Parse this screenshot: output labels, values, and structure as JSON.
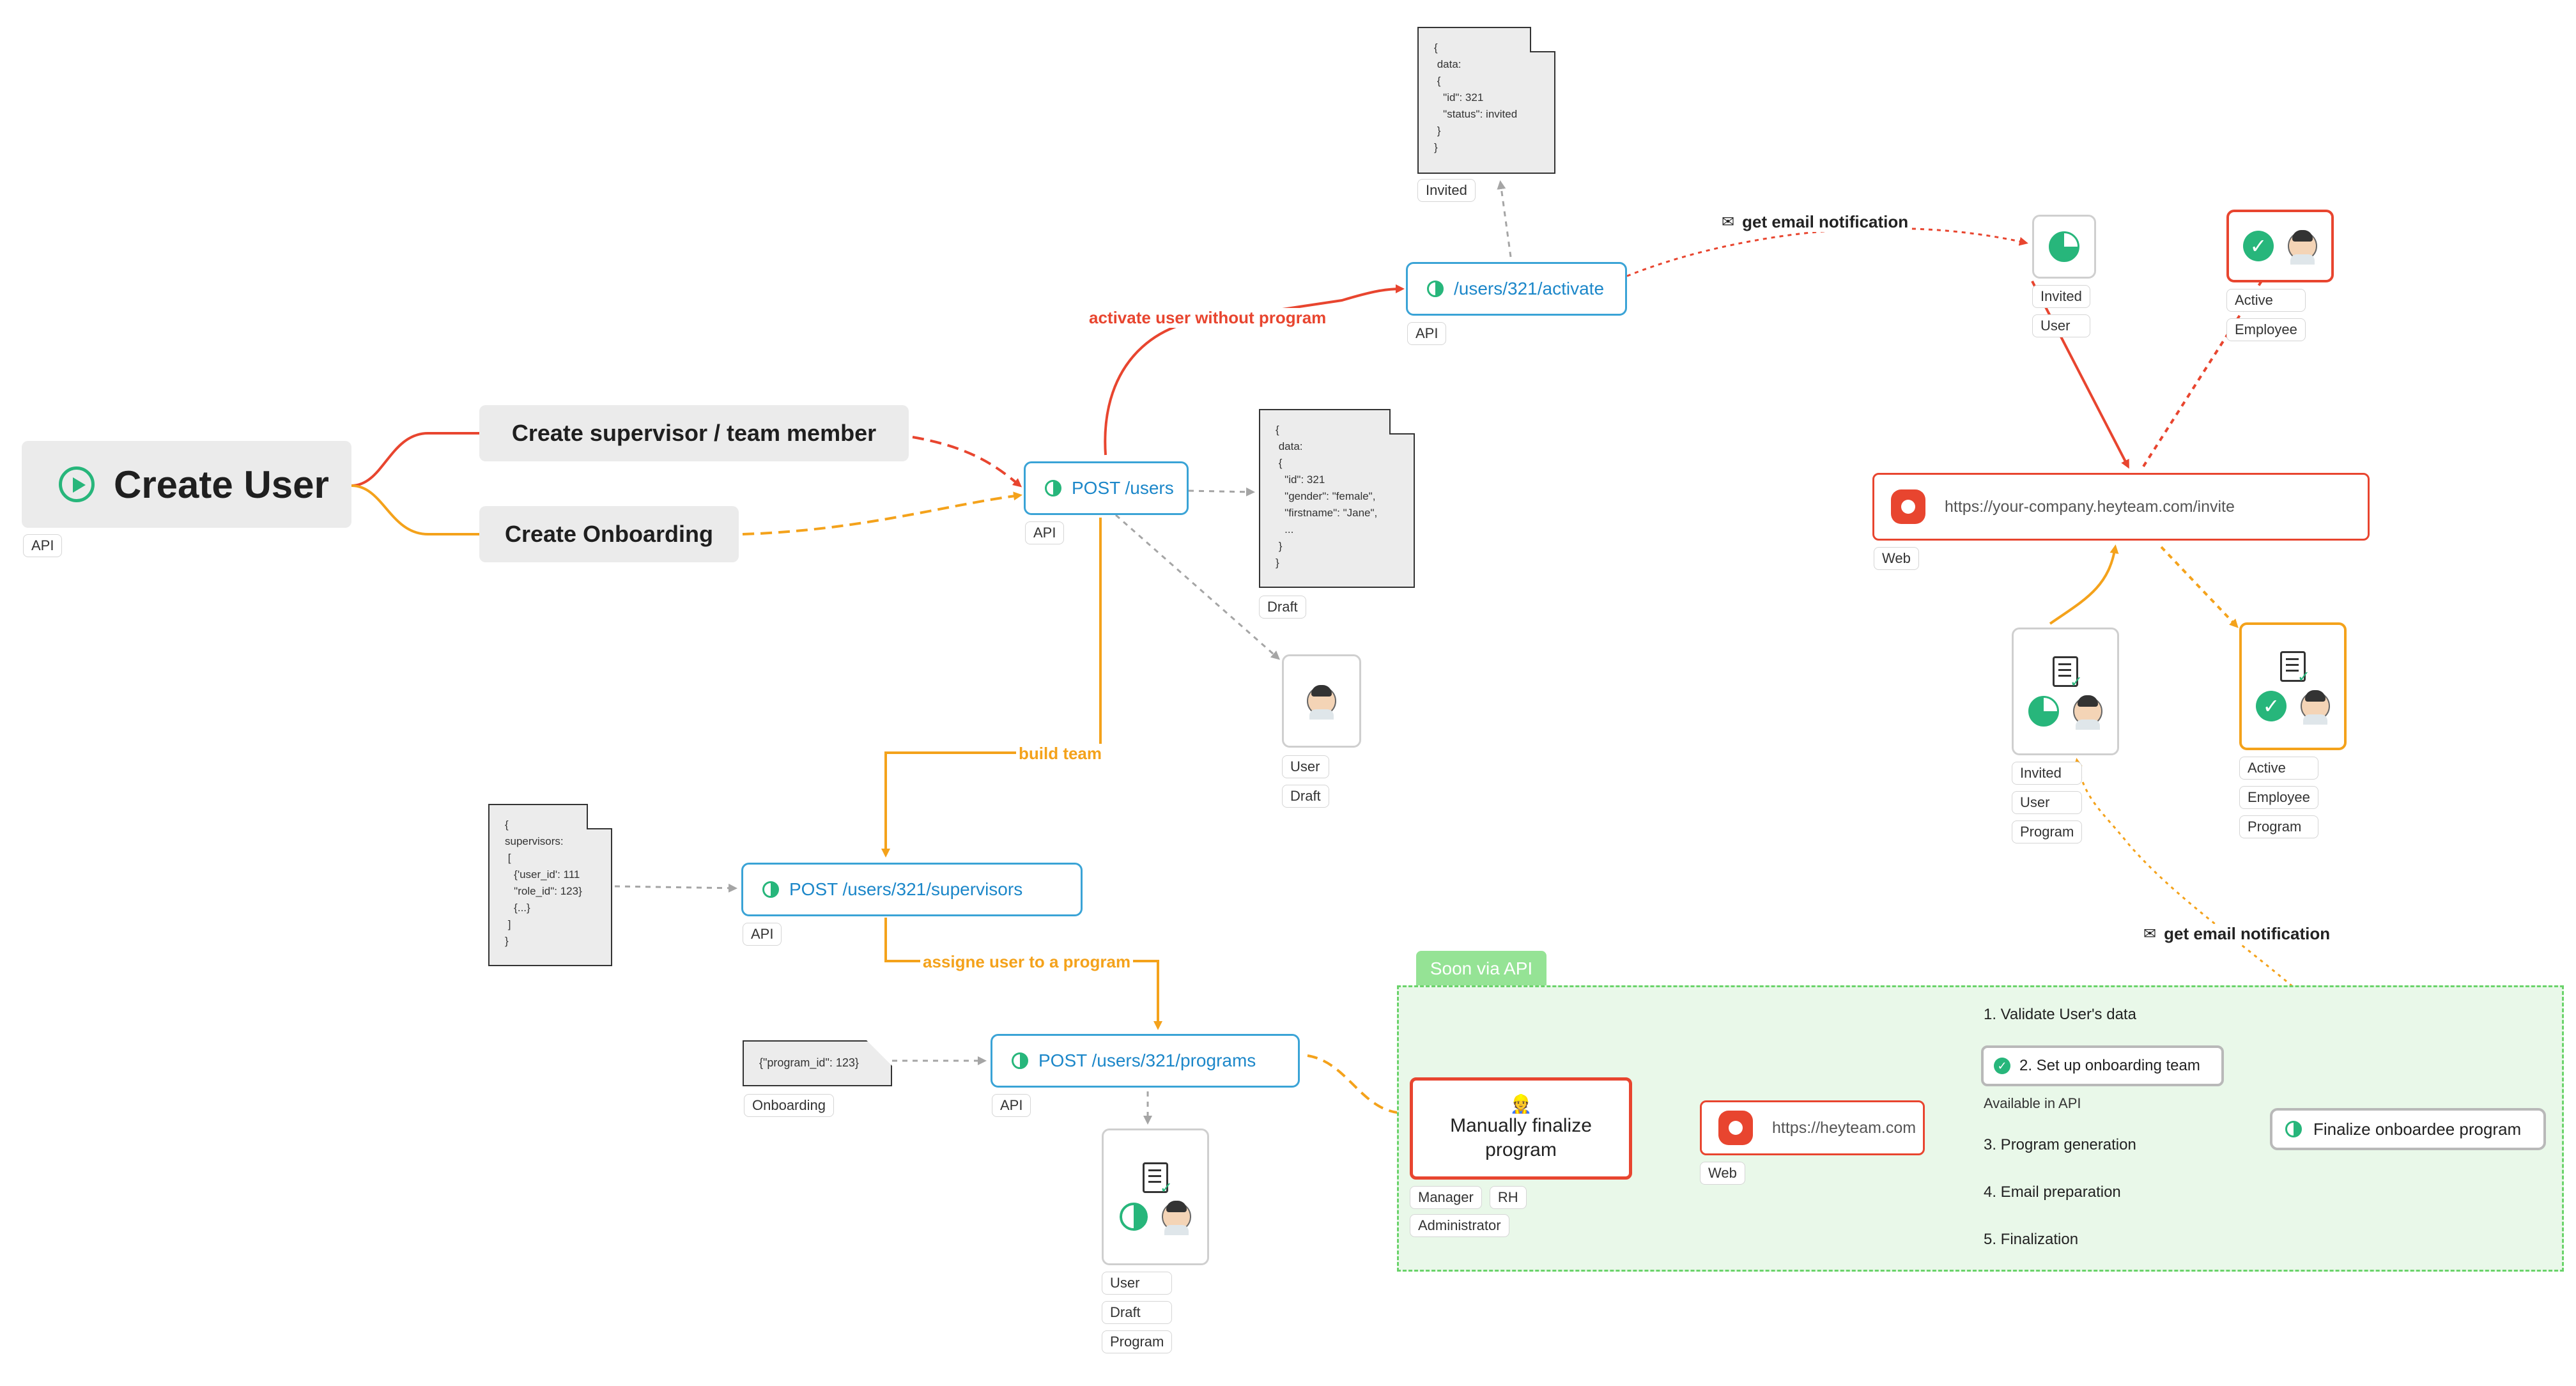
{
  "root": {
    "title": "Create User",
    "tag": "API"
  },
  "branches": {
    "supervisor": "Create supervisor / team member",
    "onboarding": "Create Onboarding"
  },
  "post_users": {
    "label": "POST /users",
    "tag": "API"
  },
  "activate": {
    "label": "/users/321/activate",
    "tag": "API"
  },
  "supervisors": {
    "label": "POST /users/321/supervisors",
    "tag": "API"
  },
  "programs": {
    "label": "POST /users/321/programs",
    "tag": "API"
  },
  "edge_labels": {
    "activate_without_program": "activate user without program",
    "build_team": "build team",
    "assign_program": "assigne user to a program",
    "email_notification_top": "get email notification",
    "email_notification_bottom": "get email notification"
  },
  "docs": {
    "invited_json": "{\n data:\n {\n   \"id\": 321\n   \"status\": invited\n }\n}",
    "invited_tag": "Invited",
    "draft_json": "{\n data:\n {\n   \"id\": 321\n   \"gender\": \"female\",\n   \"firstname\": \"Jane\",\n   ...\n }\n}",
    "draft_tag": "Draft",
    "supervisors_json": "{\nsupervisors:\n [\n   {'user_id': 111\n   \"role_id\": 123}\n   {...}\n ]\n}",
    "program_json": "{\"program_id\": 123}",
    "program_tag": "Onboarding"
  },
  "status_cards": {
    "user_draft": [
      "User",
      "Draft"
    ],
    "invited_user": [
      "Invited",
      "User"
    ],
    "active_employee": [
      "Active",
      "Employee"
    ],
    "invited_user_program": [
      "Invited",
      "User",
      "Program"
    ],
    "active_employee_program": [
      "Active",
      "Employee",
      "Program"
    ],
    "user_draft_program": [
      "User",
      "Draft",
      "Program"
    ]
  },
  "invite_url": {
    "url": "https://your-company.heyteam.com/invite",
    "tag": "Web"
  },
  "green_zone": {
    "tab": "Soon via API",
    "manual_line1": "Manually finalize",
    "manual_line2": "program",
    "manual_tags": [
      "Manager",
      "RH",
      "Administrator"
    ],
    "web_url": "https://heyteam.com",
    "web_tag": "Web",
    "steps": [
      "1. Validate User's data",
      "2. Set up onboarding team",
      "3. Program generation",
      "4. Email preparation",
      "5. Finalization"
    ],
    "available_in_api": "Available in API",
    "finalize": "Finalize onboardee program"
  },
  "colors": {
    "red": "#e8452f",
    "orange": "#f4a21b",
    "green": "#27b67b",
    "blue": "#1c87c9",
    "gray_dash": "#aaaaaa"
  }
}
